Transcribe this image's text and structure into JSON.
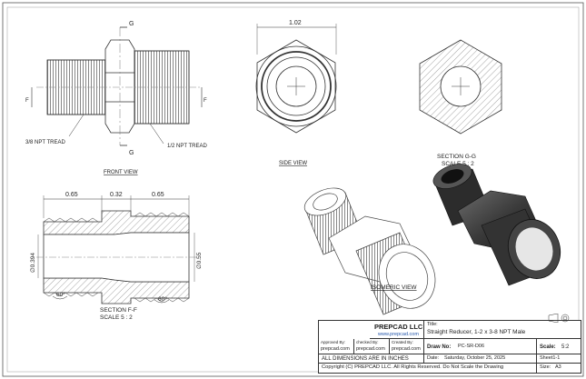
{
  "labels": {
    "g_top": "G",
    "g_bottom": "G",
    "f_left": "F",
    "f_right": "F",
    "thread_left": "3/8 NPT TREAD",
    "thread_right": "1/2 NPT TREAD",
    "front_view": "FRONT VIEW",
    "side_dim": "1.02",
    "side_view": "SIDE VIEW",
    "section_gg": "SECTION G-G",
    "section_gg_scale": "SCALE 5 : 2",
    "dim_a": "0.65",
    "dim_b": "0.32",
    "dim_c": "0.65",
    "dia_left": "∅0.394",
    "dia_right": "∅0.55",
    "angle_left": "60°",
    "angle_right": "60°",
    "section_ff": "SECTION F-F",
    "section_ff_scale": "SCALE 5 : 2",
    "isometric_view": "ISOMERIC VIEW"
  },
  "title_block": {
    "company": "PREPCAD LLC",
    "website": "www.prepcad.com",
    "title_label": "Title:",
    "title": "Straight Reducer, 1-2 x 3-8 NPT Male",
    "approved_label": "Approved By:",
    "approved": "prepcad.com",
    "checked_label": "checked By:",
    "checked": "prepcad.com",
    "created_label": "Created By:",
    "created": "prepcad.com",
    "draw_no_label": "Draw No:",
    "draw_no": "PC-SR-D06",
    "date_label": "Date:",
    "date": "Saturday, October 25, 2025",
    "scale_label": "Scale:",
    "scale": "5:2",
    "sheet": "Sheet1-1",
    "size_label": "Size:",
    "size": "A3",
    "units_note": "ALL DIMENSIONS ARE IN INCHES",
    "copyright": "Copyright (C)  PREPCAD LLC. All Rights Reserved. Do Not Scale the Drawing"
  }
}
